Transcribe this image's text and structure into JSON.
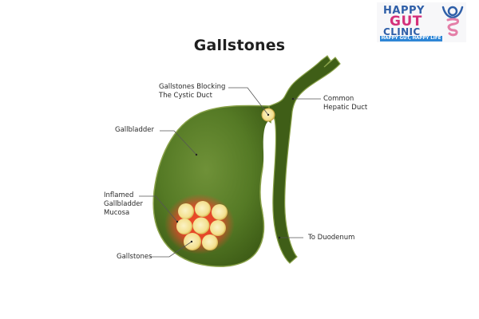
{
  "title": "Gallstones",
  "logo": {
    "line1": "HAPPY",
    "line2": "GUT",
    "line3": "CLINIC",
    "tagline": "HAPPY GUT, HAPPY LIFE",
    "colors": {
      "blue": "#2f5fa8",
      "pink": "#d4317a",
      "tag_bg": "#2e86d6"
    }
  },
  "labels": {
    "blocking_line1": "Gallstones Blocking",
    "blocking_line2": "The Cystic Duct",
    "hepatic_line1": "Common",
    "hepatic_line2": "Hepatic Duct",
    "gallbladder": "Gallbladder",
    "mucosa_line1": "Inflamed",
    "mucosa_line2": "Gallbladder",
    "mucosa_line3": "Mucosa",
    "duodenum": "To Duodenum",
    "gallstones": "Gallstones"
  },
  "colors": {
    "organ_dark": "#3f5e17",
    "organ_light": "#6f9138",
    "stone": "#f6e7a3",
    "inflammation": "#e8452a"
  }
}
